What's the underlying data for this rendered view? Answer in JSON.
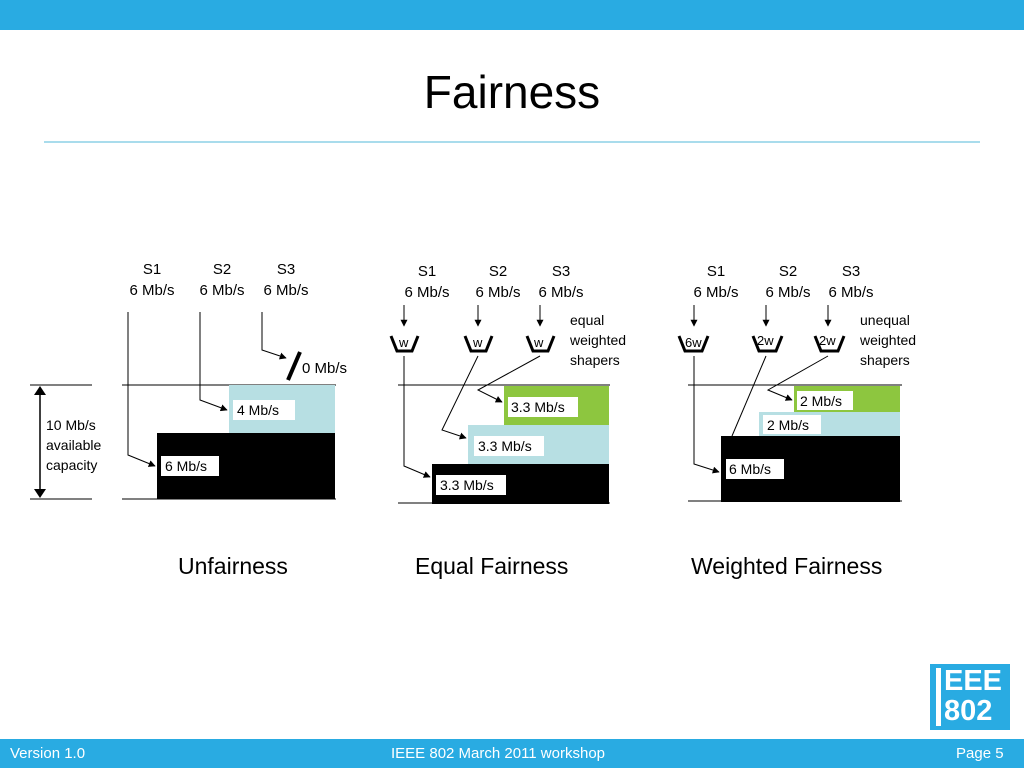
{
  "slide": {
    "title": "Fairness",
    "footer_left": "Version 1.0",
    "footer_center": "IEEE 802 March 2011 workshop",
    "footer_right": "Page 5",
    "logo_line1": "EEE",
    "logo_line2": "802"
  },
  "colors": {
    "accent": "#29abe2",
    "black_bar": "#000000",
    "lightblue_bar": "#b7dfe3",
    "green_bar": "#8dc63f",
    "rule": "#a9dcec"
  },
  "capacity": {
    "line1": "10 Mb/s",
    "line2": "available",
    "line3": "capacity"
  },
  "panels": [
    {
      "caption": "Unfairness",
      "sources": [
        {
          "name": "S1",
          "rate": "6 Mb/s"
        },
        {
          "name": "S2",
          "rate": "6 Mb/s"
        },
        {
          "name": "S3",
          "rate": "6 Mb/s"
        }
      ],
      "bars": [
        "6 Mb/s",
        "4 Mb/s"
      ],
      "blocked_label": "0 Mb/s"
    },
    {
      "caption": "Equal Fairness",
      "sources": [
        {
          "name": "S1",
          "rate": "6 Mb/s"
        },
        {
          "name": "S2",
          "rate": "6 Mb/s"
        },
        {
          "name": "S3",
          "rate": "6 Mb/s"
        }
      ],
      "weights": [
        "w",
        "w",
        "w"
      ],
      "shaper_label": [
        "equal",
        "weighted",
        "shapers"
      ],
      "bars": [
        "3.3 Mb/s",
        "3.3 Mb/s",
        "3.3 Mb/s"
      ]
    },
    {
      "caption": "Weighted Fairness",
      "sources": [
        {
          "name": "S1",
          "rate": "6 Mb/s"
        },
        {
          "name": "S2",
          "rate": "6 Mb/s"
        },
        {
          "name": "S3",
          "rate": "6 Mb/s"
        }
      ],
      "weights": [
        "6w",
        "2w",
        "2w"
      ],
      "shaper_label": [
        "unequal",
        "weighted",
        "shapers"
      ],
      "bars": [
        "6 Mb/s",
        "2 Mb/s",
        "2 Mb/s"
      ]
    }
  ]
}
